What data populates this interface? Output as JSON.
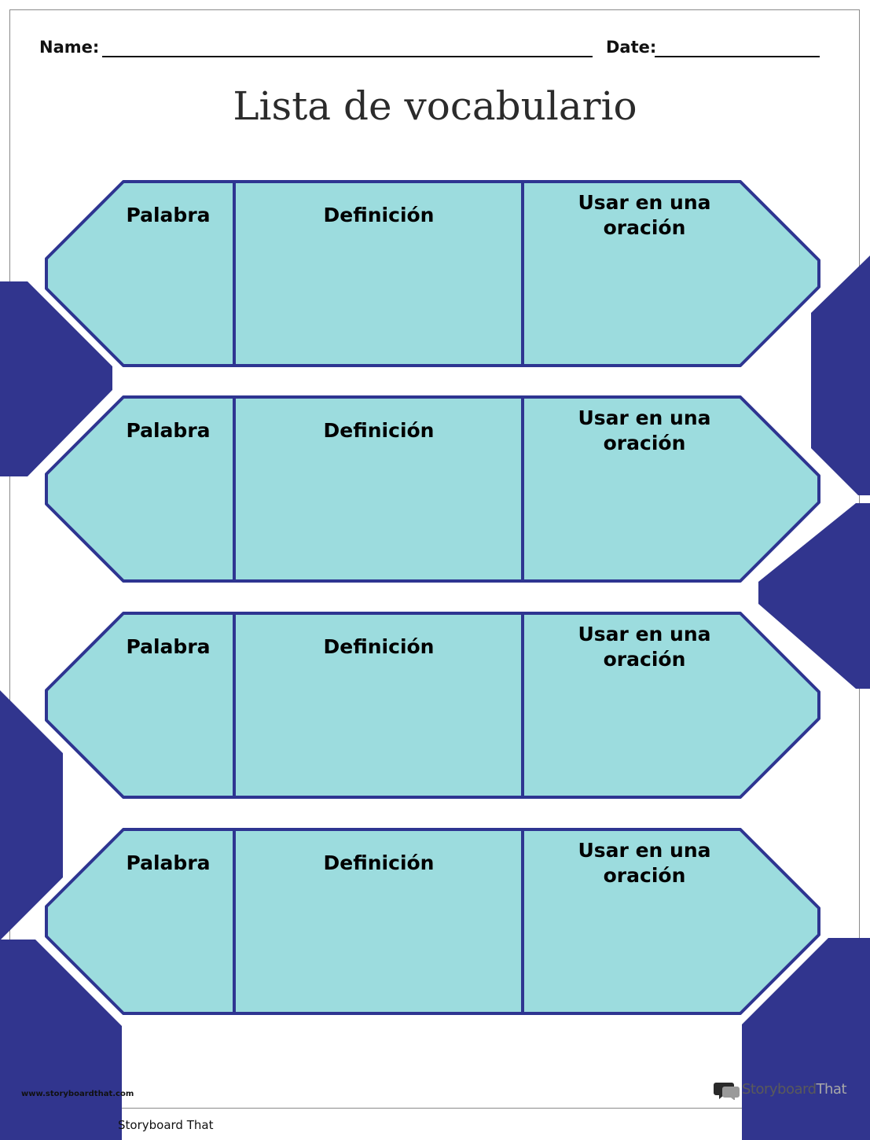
{
  "header": {
    "name_label": "Name:",
    "date_label": "Date:"
  },
  "title": "Lista de vocabulario",
  "columns": {
    "word": "Palabra",
    "definition": "Definición",
    "sentence_line1": "Usar en una",
    "sentence_line2": "oración"
  },
  "footer": {
    "url": "www.storyboardthat.com",
    "copyright": "Storyboard That",
    "brand_part1": "Storyboard",
    "brand_part2": "That"
  },
  "colors": {
    "cell_fill": "#9cdcde",
    "border": "#2e3591",
    "decoration": "#31358e",
    "text": "#000000",
    "title_text": "#2b2b2b"
  },
  "icons": [
    "storyboardthat-logo-icon"
  ]
}
